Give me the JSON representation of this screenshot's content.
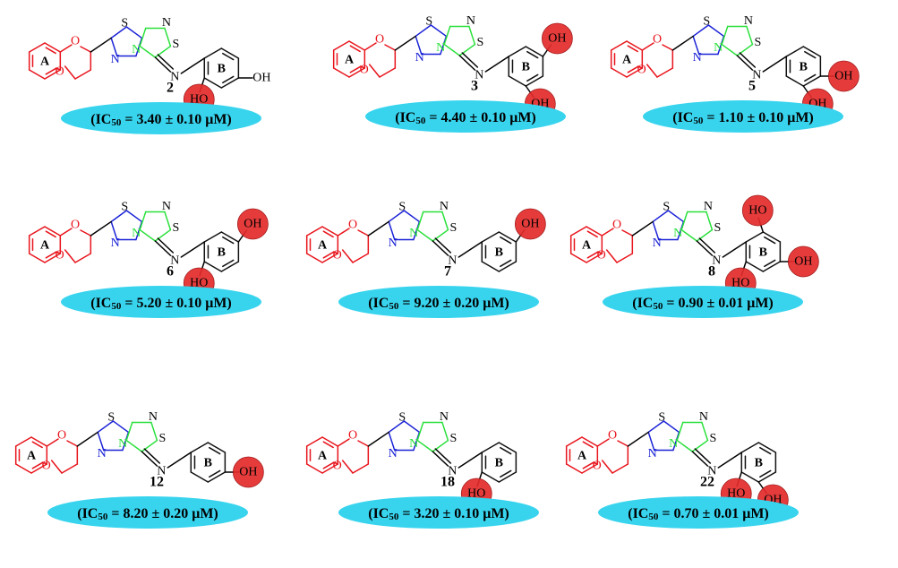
{
  "colors": {
    "ring_a": "#e8141c",
    "thiadiazole": "#1a22d6",
    "thiadiazine_ring": "#29e03a",
    "ring_b": "#111111",
    "highlight_fill": "#e42b2b",
    "badge_fill": "#38d4ee"
  },
  "labels": {
    "ring_a": "A",
    "ring_b": "B",
    "oxygen": "O",
    "sulfur": "S",
    "nitrogen": "N",
    "hydroxyl": "OH",
    "hydroxyl_left": "HO"
  },
  "compounds": [
    {
      "id": "2",
      "ic50_prefix": "(IC",
      "ic50_sub": "50",
      "ic50_value": " = 3.40 ± 0.10 μM)",
      "oh_positions": [
        "para",
        "ortho"
      ],
      "highlighted": [
        "ortho"
      ]
    },
    {
      "id": "3",
      "ic50_prefix": "(IC",
      "ic50_sub": "50",
      "ic50_value": " = 4.40 ± 0.10 μM)",
      "oh_positions": [
        "meta-top",
        "meta-bottom"
      ],
      "highlighted": [
        "meta-top",
        "meta-bottom"
      ]
    },
    {
      "id": "5",
      "ic50_prefix": "(IC",
      "ic50_sub": "50",
      "ic50_value": " = 1.10 ± 0.10 μM)",
      "oh_positions": [
        "para",
        "meta-bottom"
      ],
      "highlighted": [
        "para",
        "meta-bottom"
      ]
    },
    {
      "id": "6",
      "ic50_prefix": "(IC",
      "ic50_sub": "50",
      "ic50_value": " = 5.20 ± 0.10 μM)",
      "oh_positions": [
        "meta-top",
        "ortho"
      ],
      "highlighted": [
        "meta-top",
        "ortho"
      ]
    },
    {
      "id": "7",
      "ic50_prefix": "(IC",
      "ic50_sub": "50",
      "ic50_value": " = 9.20 ± 0.20 μM)",
      "oh_positions": [
        "meta-top"
      ],
      "highlighted": [
        "meta-top"
      ]
    },
    {
      "id": "8",
      "ic50_prefix": "(IC",
      "ic50_sub": "50",
      "ic50_value": " = 0.90 ± 0.01 μM)",
      "oh_positions": [
        "ortho-top",
        "para",
        "ortho"
      ],
      "highlighted": [
        "ortho-top",
        "para",
        "ortho"
      ]
    },
    {
      "id": "12",
      "ic50_prefix": "(IC",
      "ic50_sub": "50",
      "ic50_value": " = 8.20 ± 0.20 μM)",
      "oh_positions": [
        "para"
      ],
      "highlighted": [
        "para"
      ]
    },
    {
      "id": "18",
      "ic50_prefix": "(IC",
      "ic50_sub": "50",
      "ic50_value": " = 3.20 ± 0.10 μM)",
      "oh_positions": [
        "ortho"
      ],
      "highlighted": [
        "ortho"
      ]
    },
    {
      "id": "22",
      "ic50_prefix": "(IC",
      "ic50_sub": "50",
      "ic50_value": " = 0.70 ± 0.01 μM)",
      "oh_positions": [
        "ortho",
        "meta-bottom"
      ],
      "highlighted": [
        "ortho",
        "meta-bottom"
      ]
    }
  ]
}
